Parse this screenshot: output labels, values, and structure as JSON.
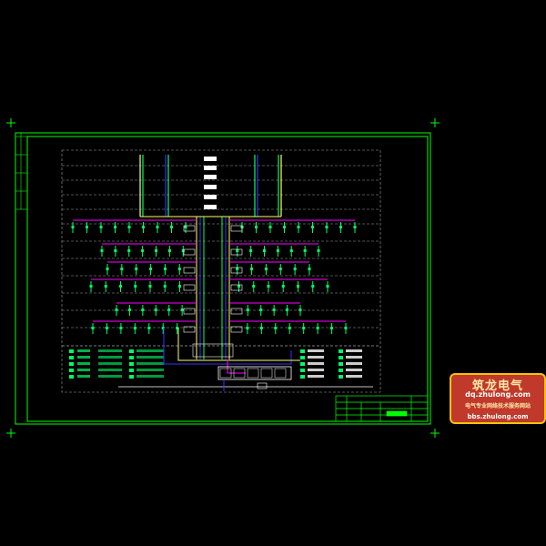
{
  "colors": {
    "background": "#000000",
    "frame": "#00ff00",
    "grid": "#9aa0a6",
    "bus_magenta": "#ff00ff",
    "bus_blue": "#3333ff",
    "bus_yellow": "#ffff66",
    "feeder": "#00ff66",
    "text": "#ffffff"
  },
  "watermark": {
    "title": "筑龙电气",
    "domain": "dq.zhulong.com",
    "slogan": "电气专业网络技术服务网站",
    "bbs": "bbs.zhulong.com"
  }
}
